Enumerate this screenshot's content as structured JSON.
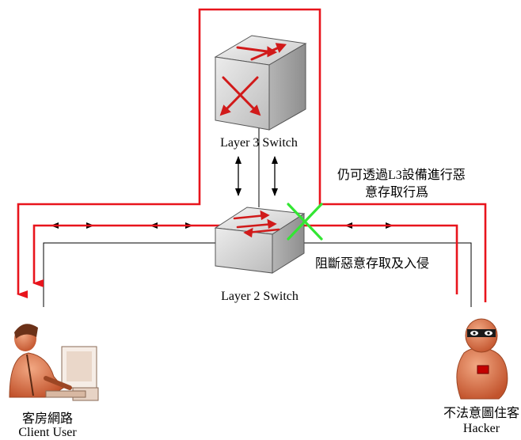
{
  "nodes": {
    "l3_switch": {
      "label": "Layer 3 Switch"
    },
    "l2_switch": {
      "label": "Layer 2 Switch"
    },
    "client": {
      "label_zh": "客房網路",
      "label_en": "Client User"
    },
    "hacker": {
      "label_zh": "不法意圖住客",
      "label_en": "Hacker"
    }
  },
  "annotations": {
    "bypass_line1": "仍可透過L3設備進行惡",
    "bypass_line2": "意存取行爲",
    "blocked": "阻斷惡意存取及入侵"
  },
  "colors": {
    "path": "#e8141c",
    "blocked_mark": "#33e633",
    "link": "#000000",
    "switch_top": "#dcdcdc",
    "switch_side": "#a9a9a9",
    "person_skin": "#d9805a"
  }
}
